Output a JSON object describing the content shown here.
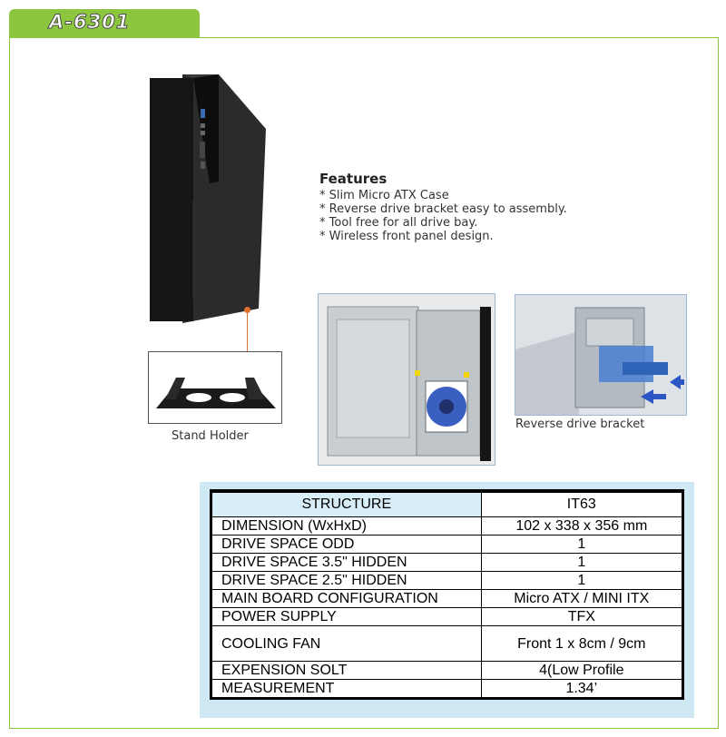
{
  "header": {
    "model": "A-6301"
  },
  "features": {
    "title": "Features",
    "items": [
      "* Slim Micro ATX Case",
      "* Reverse drive bracket easy to assembly.",
      "* Tool free for all drive bay.",
      "* Wireless front panel design."
    ]
  },
  "captions": {
    "stand": "Stand Holder",
    "bracket": "Reverse drive bracket"
  },
  "colors": {
    "accent": "#8cc63f",
    "panel": "#cfe9f4",
    "leader": "#e07030"
  },
  "spec_table": {
    "head": {
      "label": "STRUCTURE",
      "value": "IT63"
    },
    "rows": [
      {
        "label": "DIMENSION (WxHxD)",
        "value": "102 x 338 x 356 mm"
      },
      {
        "label": "DRIVE SPACE ODD",
        "value": "1"
      },
      {
        "label": "DRIVE SPACE 3.5\" HIDDEN",
        "value": "1"
      },
      {
        "label": "DRIVE SPACE 2.5\" HIDDEN",
        "value": "1"
      },
      {
        "label": "MAIN BOARD CONFIGURATION",
        "value": "Micro ATX / MINI ITX"
      },
      {
        "label": "POWER SUPPLY",
        "value": "TFX"
      },
      {
        "label": "COOLING FAN",
        "value": "Front 1 x 8cm / 9cm"
      },
      {
        "label": "EXPENSION SOLT",
        "value": "4(Low Profile"
      },
      {
        "label": "MEASUREMENT",
        "value": "1.34’"
      }
    ]
  }
}
